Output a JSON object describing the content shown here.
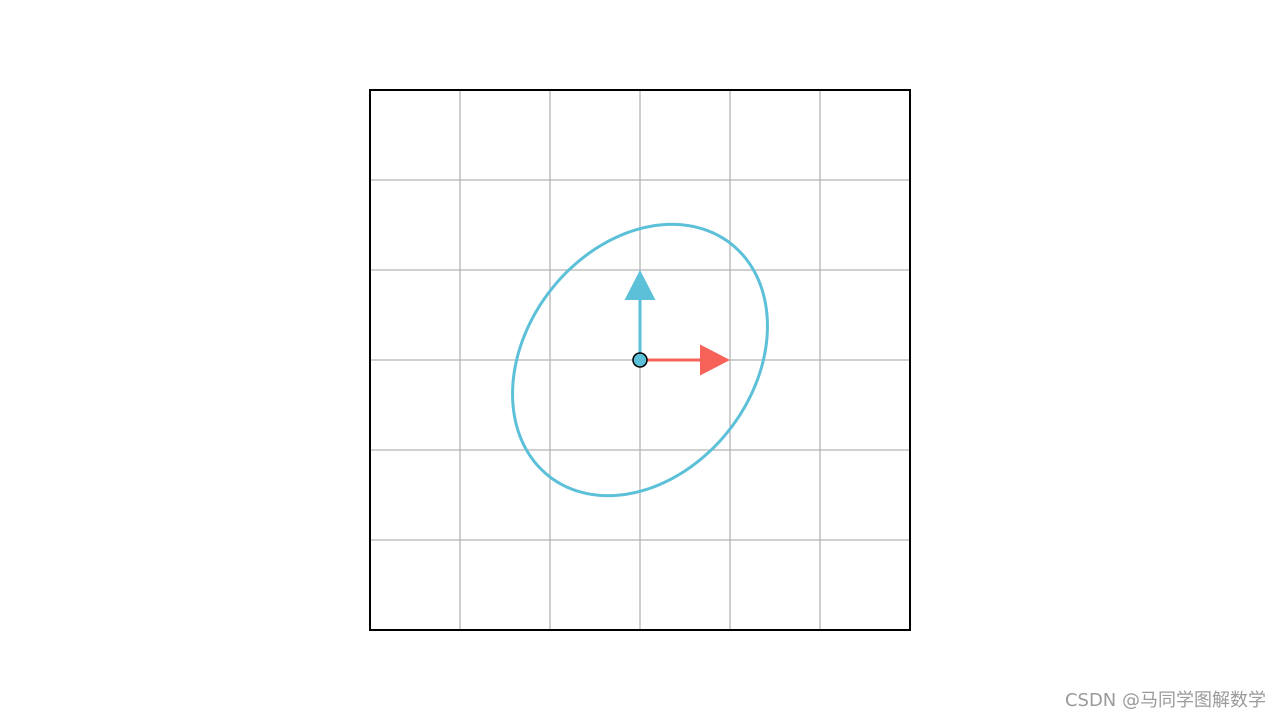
{
  "diagram": {
    "grid": {
      "cells": 6,
      "x_range": [
        -3,
        3
      ],
      "y_range": [
        -3,
        3
      ],
      "line_color": "#b4b4b4",
      "border_color": "#000000"
    },
    "origin": {
      "x": 0,
      "y": 0,
      "fill": "#5bc0d8",
      "stroke": "#000000"
    },
    "vectors": [
      {
        "id": "e1",
        "from": [
          0,
          0
        ],
        "to": [
          1,
          0
        ],
        "color": "#f76258"
      },
      {
        "id": "e2",
        "from": [
          0,
          0
        ],
        "to": [
          0,
          1
        ],
        "color": "#5bc0d8"
      }
    ],
    "ellipse": {
      "center": [
        0,
        0
      ],
      "semi_major": 1.64,
      "semi_minor": 1.26,
      "angle_deg": 52,
      "color": "#5bc0d8"
    }
  },
  "watermark": {
    "text": "CSDN @马同学图解数学"
  }
}
